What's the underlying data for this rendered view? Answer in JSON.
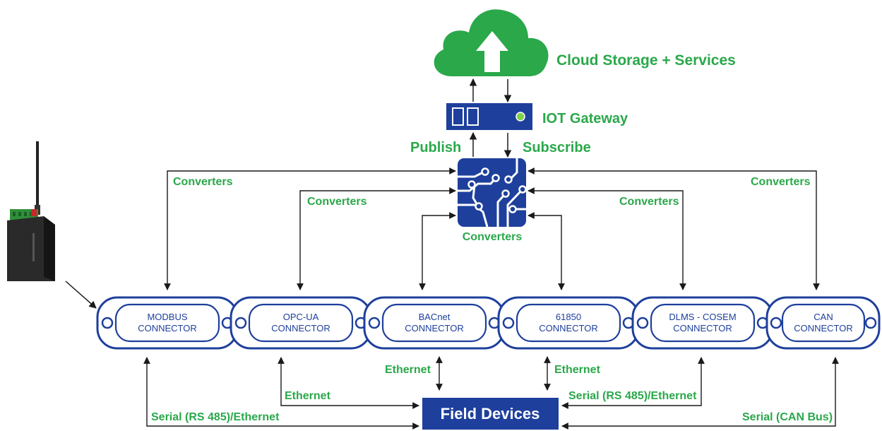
{
  "cloud": {
    "label": "Cloud Storage + Services"
  },
  "gateway": {
    "label": "IOT Gateway",
    "publish_label": "Publish",
    "subscribe_label": "Subscribe"
  },
  "hub": {
    "label": "Converters"
  },
  "connectors": [
    {
      "line1": "MODBUS",
      "line2": "CONNECTOR"
    },
    {
      "line1": "OPC-UA",
      "line2": "CONNECTOR"
    },
    {
      "line1": "BACnet",
      "line2": "CONNECTOR"
    },
    {
      "line1": "61850",
      "line2": "CONNECTOR"
    },
    {
      "line1": "DLMS - COSEM",
      "line2": "CONNECTOR"
    },
    {
      "line1": "CAN",
      "line2": "CONNECTOR"
    }
  ],
  "converter_labels": [
    "Converters",
    "Converters",
    "Converters",
    "Converters"
  ],
  "field_devices": {
    "label": "Field Devices"
  },
  "link_labels": {
    "modbus": "Serial (RS 485)/Ethernet",
    "opcua": "Ethernet",
    "bacnet": "Ethernet",
    "iec61850": "Ethernet",
    "dlms": "Serial (RS 485)/Ethernet",
    "can": "Serial (CAN Bus)"
  },
  "colors": {
    "green": "#2aa84a",
    "blue": "#1e3f9c",
    "arrow": "#1a1a1a"
  }
}
